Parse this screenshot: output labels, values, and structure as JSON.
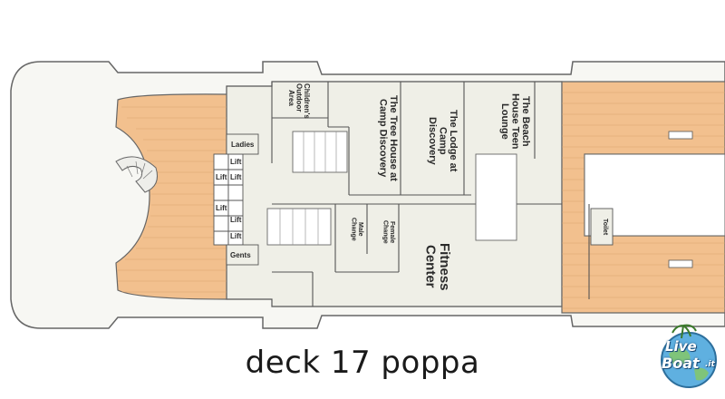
{
  "title": "deck 17 poppa",
  "colors": {
    "deck_wood": "#f2c08e",
    "interior": "#efefe7",
    "outline": "#555555",
    "hull": "#f7f7f3"
  },
  "rooms": {
    "childrens_outdoor_area": "Children's Outdoor Area",
    "tree_house": "The Tree House at Camp Discovery",
    "lodge": "The Lodge at Camp Discovery",
    "beach_house": "The Beach House Teen Lounge",
    "fitness_center": "Fitness Center",
    "ladies": "Ladies",
    "gents": "Gents",
    "lift_1": "Lift",
    "lift_2": "Lift",
    "lift_3": "Lift",
    "lift_4": "Lift",
    "lift_5": "Lift",
    "lift_6": "Lift",
    "male_change": "Male Change",
    "female_change": "Female Change",
    "toilet": "Toilet"
  },
  "logo": {
    "line1": "Live",
    "line2": "Boat",
    "suffix": ".it"
  }
}
